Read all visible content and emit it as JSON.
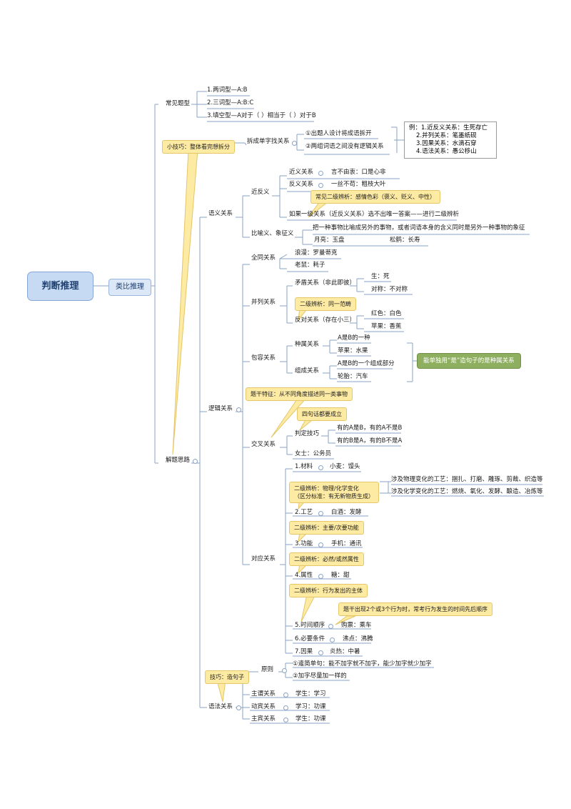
{
  "root": "判断推理",
  "l1": "类比推理",
  "common": {
    "label": "常见题型",
    "items": [
      "1.两词型—A:B",
      "2.三词型—A:B:C",
      "3.填空型—A对于（ ）相当于（ ）对于B"
    ]
  },
  "tip1": "小技巧：整体看完想拆分",
  "split": {
    "label": "拆成单字找关系",
    "items": [
      "①出题人设计将成语拆开",
      "②两组词语之间没有逻辑关系"
    ],
    "examples": [
      "例：1.近反义关系：生死存亡",
      "2.并列关系：笔墨纸砚",
      "3.因果关系：水滴石穿",
      "4.语法关系：愚公移山"
    ]
  },
  "approach": "解题思路",
  "semantic": {
    "label": "语义关系",
    "near": {
      "label": "近反义",
      "syn": "近义关系",
      "syn_ex": "言不由衷：口是心非",
      "ant": "反义关系",
      "ant_ex": "一丝不苟：粗枝大叶",
      "callout": "常见二级辨析：感情色彩（褒义、贬义、中性）",
      "note": "如果一级关系（近反义关系）选不出唯一答案——进行二级辨析"
    },
    "metaphor": {
      "label": "比喻义、象征义",
      "desc": "把一种事物比喻成另外的事物，或者词语本身的含义同时是另外一种事物的象征",
      "ex1": "月亮：玉盘",
      "ex2": "松鹤：长寿"
    }
  },
  "logic": {
    "label": "逻辑关系",
    "same": {
      "label": "全同关系",
      "items": [
        "浪漫：罗曼蒂克",
        "老鼠：耗子"
      ]
    },
    "parallel": {
      "label": "并列关系",
      "contra": "矛盾关系（非此即彼）",
      "contra_items": [
        "生：死",
        "对称：不对称"
      ],
      "callout": "二级辨析：同一范畴",
      "contrary": "反对关系（存在小三）",
      "contrary_items": [
        "红色：白色",
        "苹果：香蕉"
      ]
    },
    "contain": {
      "label": "包容关系",
      "kind": "种属关系",
      "kind_items": [
        "A是B的一种",
        "苹果：水果"
      ],
      "comp": "组成关系",
      "comp_items": [
        "A是B的一个组成部分",
        "轮胎：汽车"
      ],
      "green": "能单独用“是”造句子的是种属关系"
    },
    "cross": {
      "callout1": "题干特征：从不同角度描述同一类事物",
      "callout2": "四句话都要成立",
      "label": "交叉关系",
      "judge": "判定技巧",
      "judge_items": [
        "有的A是B，有的A不是B",
        "有的B是A，有的B不是A"
      ],
      "ex": "女士：公务员"
    },
    "corr": {
      "label": "对应关系",
      "material": "1.材料",
      "material_ex": "小麦：馒头",
      "callout_mat": [
        "二级辨析：物理/化学变化",
        "（区分标准：有无新物质生成）"
      ],
      "physical": "涉及物理变化的工艺：捆扎、打磨、雕琢、剪裁、织造等",
      "chemical": "涉及化学变化的工艺：燃烧、氧化、发酵、酿造、冶炼等",
      "craft": "2.工艺",
      "craft_ex": "白酒：发酵",
      "callout_func": "二级辨析：主要/次要功能",
      "func": "3.功能",
      "func_ex": "手机：通讯",
      "callout_attr": "二级辨析：必然/或然属性",
      "attr": "4.属性",
      "attr_ex": "糖：甜",
      "callout_subj": "二级辨析：行为发出的主体",
      "callout_time": "题干出现2个或3个行为时，常考行为发生的时间先后顺序",
      "time": "5.时间顺序",
      "time_ex": "购票：乘车",
      "cond": "6.必要条件",
      "cond_ex": "沸点：沸腾",
      "cause": "7.因果",
      "cause_ex": "炎热：中暑"
    }
  },
  "grammar": {
    "label": "语法关系",
    "tip": "技巧：造句子",
    "principle": "原则",
    "principle_items": [
      "①遣简单句：能不加字就不加字，能少加字就少加字",
      "②加字尽量加一样的"
    ],
    "rows": [
      {
        "label": "主谓关系",
        "ex": "学生：学习"
      },
      {
        "label": "动宾关系",
        "ex": "学习：功课"
      },
      {
        "label": "主宾关系",
        "ex": "学生：功课"
      }
    ]
  }
}
